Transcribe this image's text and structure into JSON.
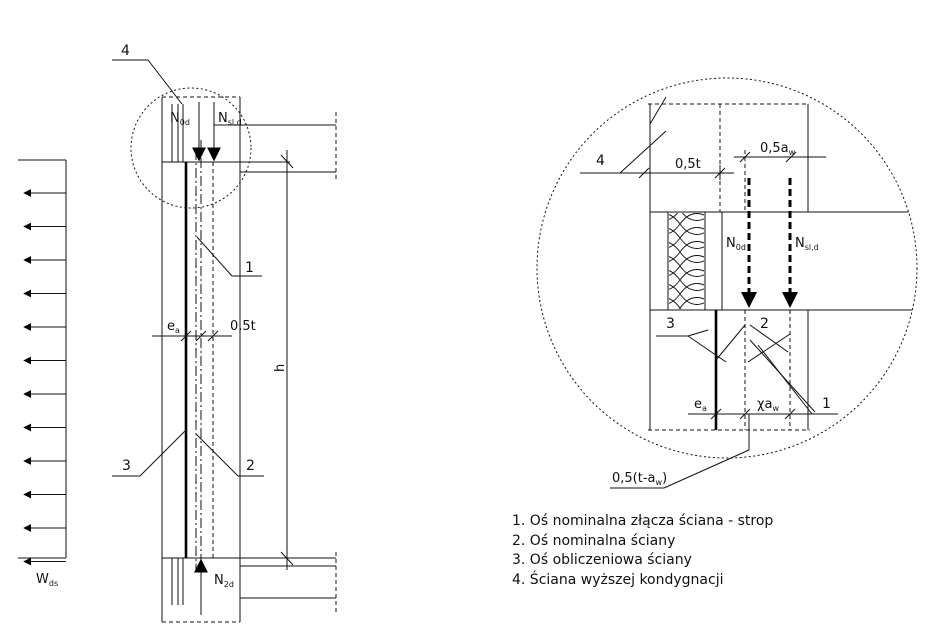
{
  "left_view": {
    "callouts": {
      "c1": "1",
      "c2": "2",
      "c3": "3",
      "c4": "4"
    },
    "labels": {
      "n_0d": "N",
      "n_0d_sub": "0d",
      "n_sld": "N",
      "n_sld_sub": "sl,d",
      "n_2d": "N",
      "n_2d_sub": "2d",
      "e_a": "e",
      "e_a_sub": "a",
      "half_t": "0,5t",
      "h": "h",
      "w_ds": "W",
      "w_ds_sub": "ds"
    }
  },
  "right_view": {
    "callouts": {
      "c1": "1",
      "c2": "2",
      "c3": "3",
      "c4": "4"
    },
    "labels": {
      "half_t": "0,5t",
      "half_aw": "0,5a",
      "half_aw_sub": "w",
      "n_0d": "N",
      "n_0d_sub": "0d",
      "n_sld": "N",
      "n_sld_sub": "sl,d",
      "e_a": "e",
      "e_a_sub": "a",
      "chi_aw": "χa",
      "chi_aw_sub": "w",
      "half_t_minus_aw": "0,5(t-a",
      "half_t_minus_aw_sub": "w",
      "half_t_minus_aw_close": ")"
    }
  },
  "legend": [
    "1. Oś nominalna złącza ściana - strop",
    "2. Oś nominalna ściany",
    "3. Oś obliczeniowa ściany",
    "4. Ściana wyższej kondygnacji"
  ]
}
